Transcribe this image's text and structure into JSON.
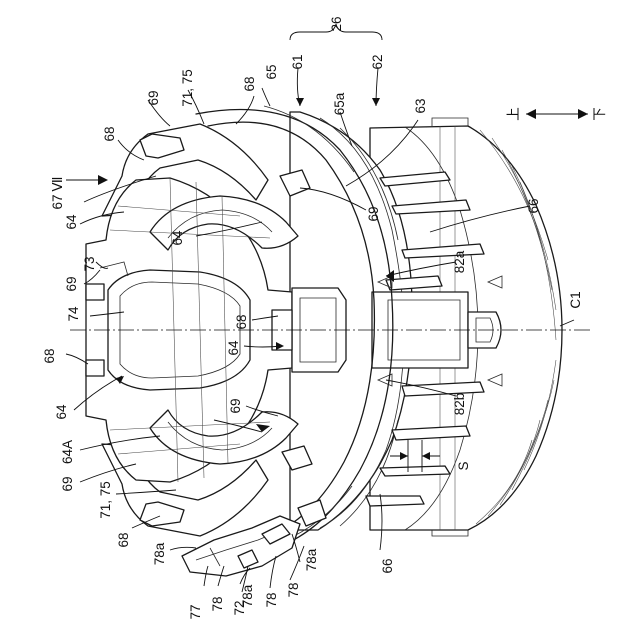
{
  "figure": {
    "labels": {
      "l26": "26",
      "l61": "61",
      "l62": "62",
      "l65": "65",
      "l68": "68",
      "l7175": "71, 75",
      "l69": "69",
      "l65a": "65a",
      "l63": "63",
      "upper": "上",
      "lower": "下",
      "l68b": "68",
      "lVII": "Ⅶ",
      "l67": "67",
      "l64a": "64",
      "l69b": "69",
      "l66a": "66",
      "l64b": "64",
      "l82a": "82a",
      "l69c": "69",
      "l73": "73",
      "lC1": "C1",
      "l74": "74",
      "l68c": "68",
      "l64c": "64",
      "l68d": "68",
      "l64d": "64",
      "l82b": "82b",
      "l69d": "69",
      "l64A": "64A",
      "lS": "S",
      "l69e": "69",
      "l7175b": "71, 75",
      "l68e": "68",
      "l66b": "66",
      "l78a1": "78a",
      "l78a2": "78a",
      "l78a3": "78a",
      "l77": "77",
      "l78_1": "78",
      "l72": "72",
      "l78_2": "78",
      "l78_3": "78"
    }
  }
}
